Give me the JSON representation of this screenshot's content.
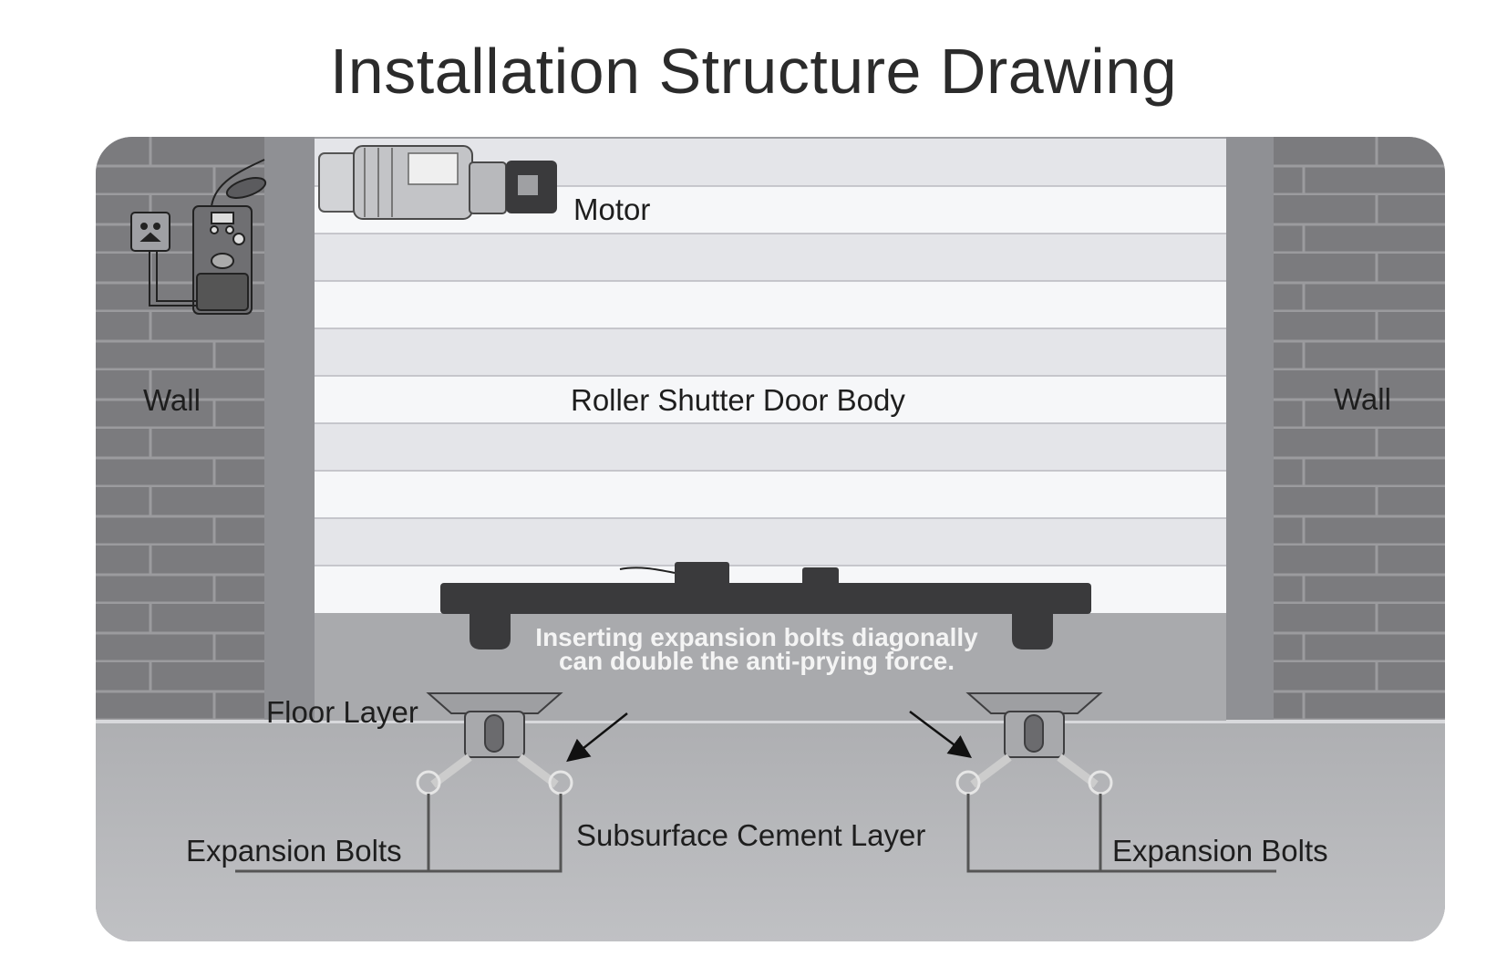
{
  "title": "Installation Structure Drawing",
  "labels": {
    "motor": "Motor",
    "door_body": "Roller Shutter Door Body",
    "wall_left": "Wall",
    "wall_right": "Wall",
    "floor_layer": "Floor Layer",
    "subsurface": "Subsurface Cement Layer",
    "bolts_left": "Expansion Bolts",
    "bolts_right": "Expansion Bolts"
  },
  "note": {
    "line1": "Inserting expansion bolts diagonally",
    "line2": "can double the anti-prying force."
  },
  "colors": {
    "wall": "#7d7d80",
    "brick_line": "#9a9a9d",
    "floor": "#b7b8bb",
    "slat_light": "#f4f5f7",
    "slat_dark": "#e3e4e8",
    "bottom_bar": "#3a3a3c"
  }
}
